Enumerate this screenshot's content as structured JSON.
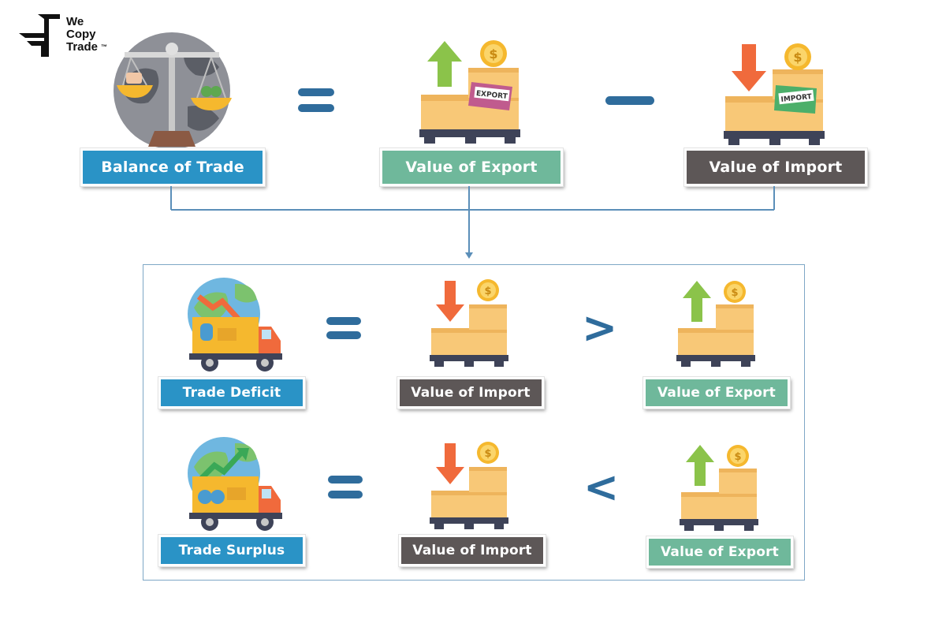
{
  "brand": {
    "line1": "We",
    "line2": "Copy",
    "line3": "Trade",
    "tm": "™"
  },
  "formula": {
    "balance_label": "Balance of Trade",
    "export_label": "Value of Export",
    "import_label": "Value of Import",
    "export_stamp": "EXPORT",
    "import_stamp": "IMPORT",
    "coin_symbol": "$"
  },
  "deficit_row": {
    "label": "Trade Deficit",
    "left_label": "Value of Import",
    "comparison": ">",
    "right_label": "Value of Export"
  },
  "surplus_row": {
    "label": "Trade Surplus",
    "left_label": "Value of Import",
    "comparison": "<",
    "right_label": "Value of Export"
  },
  "colors": {
    "blue_label": "#2a93c6",
    "green_label": "#6fb89b",
    "gray_label": "#5d5757",
    "symbol": "#2f6c9c",
    "up_arrow": "#8bc34a",
    "down_arrow": "#f06a3c",
    "coin": "#f5b82e",
    "box": "#f8c877",
    "pallet": "#3e4358"
  },
  "icons": [
    "logo-icon",
    "balance-scale-icon",
    "globe-icon",
    "export-box-icon",
    "import-box-icon",
    "truck-icon",
    "coin-icon",
    "arrow-up-icon",
    "arrow-down-icon"
  ]
}
